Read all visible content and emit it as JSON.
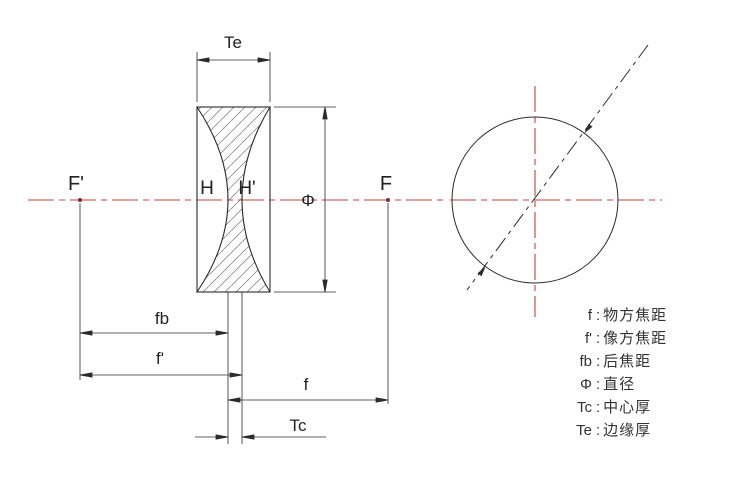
{
  "diagram": {
    "labels": {
      "te": "Te",
      "phi": "Φ",
      "f_prime_point": "F'",
      "h": "H",
      "h_prime": "H'",
      "f_point": "F",
      "fb_dim": "fb",
      "f_prime_dim": "f'",
      "f_dim": "f",
      "tc": "Tc"
    },
    "colors": {
      "axis_red": "#c84040",
      "line_black": "#2b2b2b"
    }
  },
  "legend": {
    "colon": ":",
    "items": [
      {
        "term": "f",
        "desc": "物方焦距"
      },
      {
        "term": "f'",
        "desc": "像方焦距"
      },
      {
        "term": "fb",
        "desc": "后焦距"
      },
      {
        "term": "Φ",
        "desc": "直径"
      },
      {
        "term": "Tc",
        "desc": "中心厚"
      },
      {
        "term": "Te",
        "desc": "边缘厚"
      }
    ]
  }
}
